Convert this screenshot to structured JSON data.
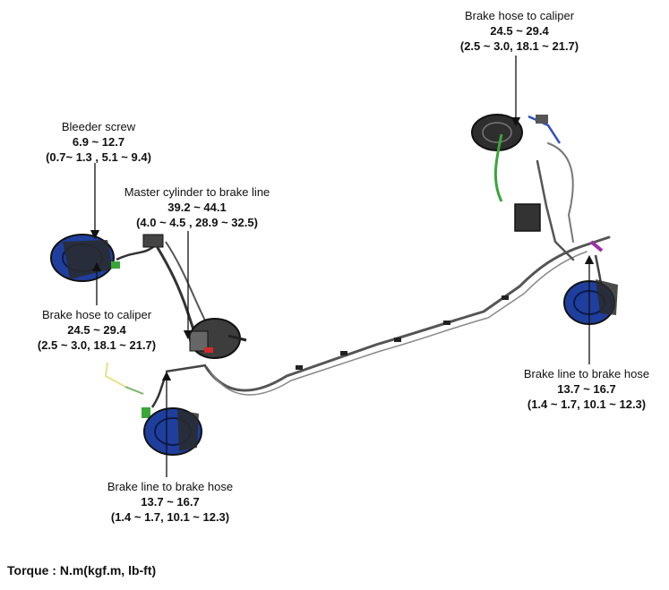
{
  "callouts": {
    "bleeder_screw": {
      "name": "Bleeder screw",
      "value": "6.9 ~ 12.7",
      "alt": "(0.7~ 1.3 , 5.1 ~ 9.4)"
    },
    "master_cylinder": {
      "name": "Master cylinder to brake line",
      "value": "39.2 ~ 44.1",
      "alt": "(4.0 ~ 4.5 , 28.9 ~ 32.5)"
    },
    "front_hose_caliper": {
      "name": "Brake hose to caliper",
      "value": "24.5 ~ 29.4",
      "alt": "(2.5 ~ 3.0, 18.1 ~ 21.7)"
    },
    "rear_hose_caliper": {
      "name": "Brake hose to caliper",
      "value": "24.5 ~ 29.4",
      "alt": "(2.5 ~ 3.0, 18.1 ~ 21.7)"
    },
    "front_line_hose": {
      "name": "Brake line to brake hose",
      "value": "13.7 ~ 16.7",
      "alt": "(1.4 ~ 1.7, 10.1 ~ 12.3)"
    },
    "rear_line_hose": {
      "name": "Brake line to brake hose",
      "value": "13.7 ~ 16.7",
      "alt": "(1.4 ~ 1.7, 10.1 ~ 12.3)"
    }
  },
  "legend": "Torque : N.m(kgf.m, lb-ft)",
  "colors": {
    "disc": "#1f3f9e",
    "hose_green": "#3aa63a",
    "line_gray": "#555555",
    "accent_red": "#d22a2a",
    "accent_purple": "#9b2fae"
  }
}
